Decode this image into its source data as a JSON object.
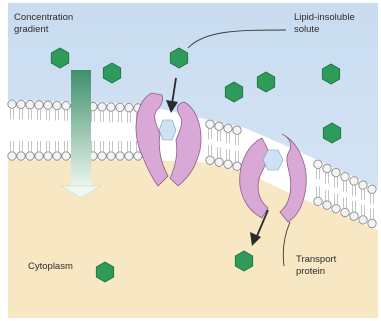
{
  "labels": {
    "concentration_gradient": [
      "Concentration",
      "gradient"
    ],
    "solute": [
      "Lipid-insoluble",
      "solute"
    ],
    "cytoplasm": "Cytoplasm",
    "transport_protein": [
      "Transport",
      "protein"
    ]
  },
  "colors": {
    "extracellular": "#cfe2f3",
    "cytoplasm": "#f7e7c3",
    "membrane_head": "#f4f4f4",
    "membrane_core": "#ffffff",
    "protein": "#d9a8d6",
    "solute": "#2f9b5b",
    "arrow": "#2a2a2a",
    "gradient_arrow_top": "#3f8f6b",
    "gradient_arrow_bottom": "#eef7f1"
  },
  "icons": {
    "solute": "hexagon",
    "gradient": "vertical-gradient-arrow",
    "protein": "channel-protein"
  }
}
